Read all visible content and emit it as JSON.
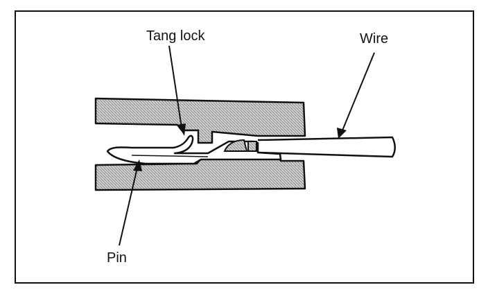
{
  "diagram": {
    "labels": {
      "tang_lock": "Tang lock",
      "wire": "Wire",
      "pin": "Pin"
    },
    "colors": {
      "ink": "#111111",
      "housing_fill": "#b8b8b8",
      "background": "#ffffff"
    }
  }
}
